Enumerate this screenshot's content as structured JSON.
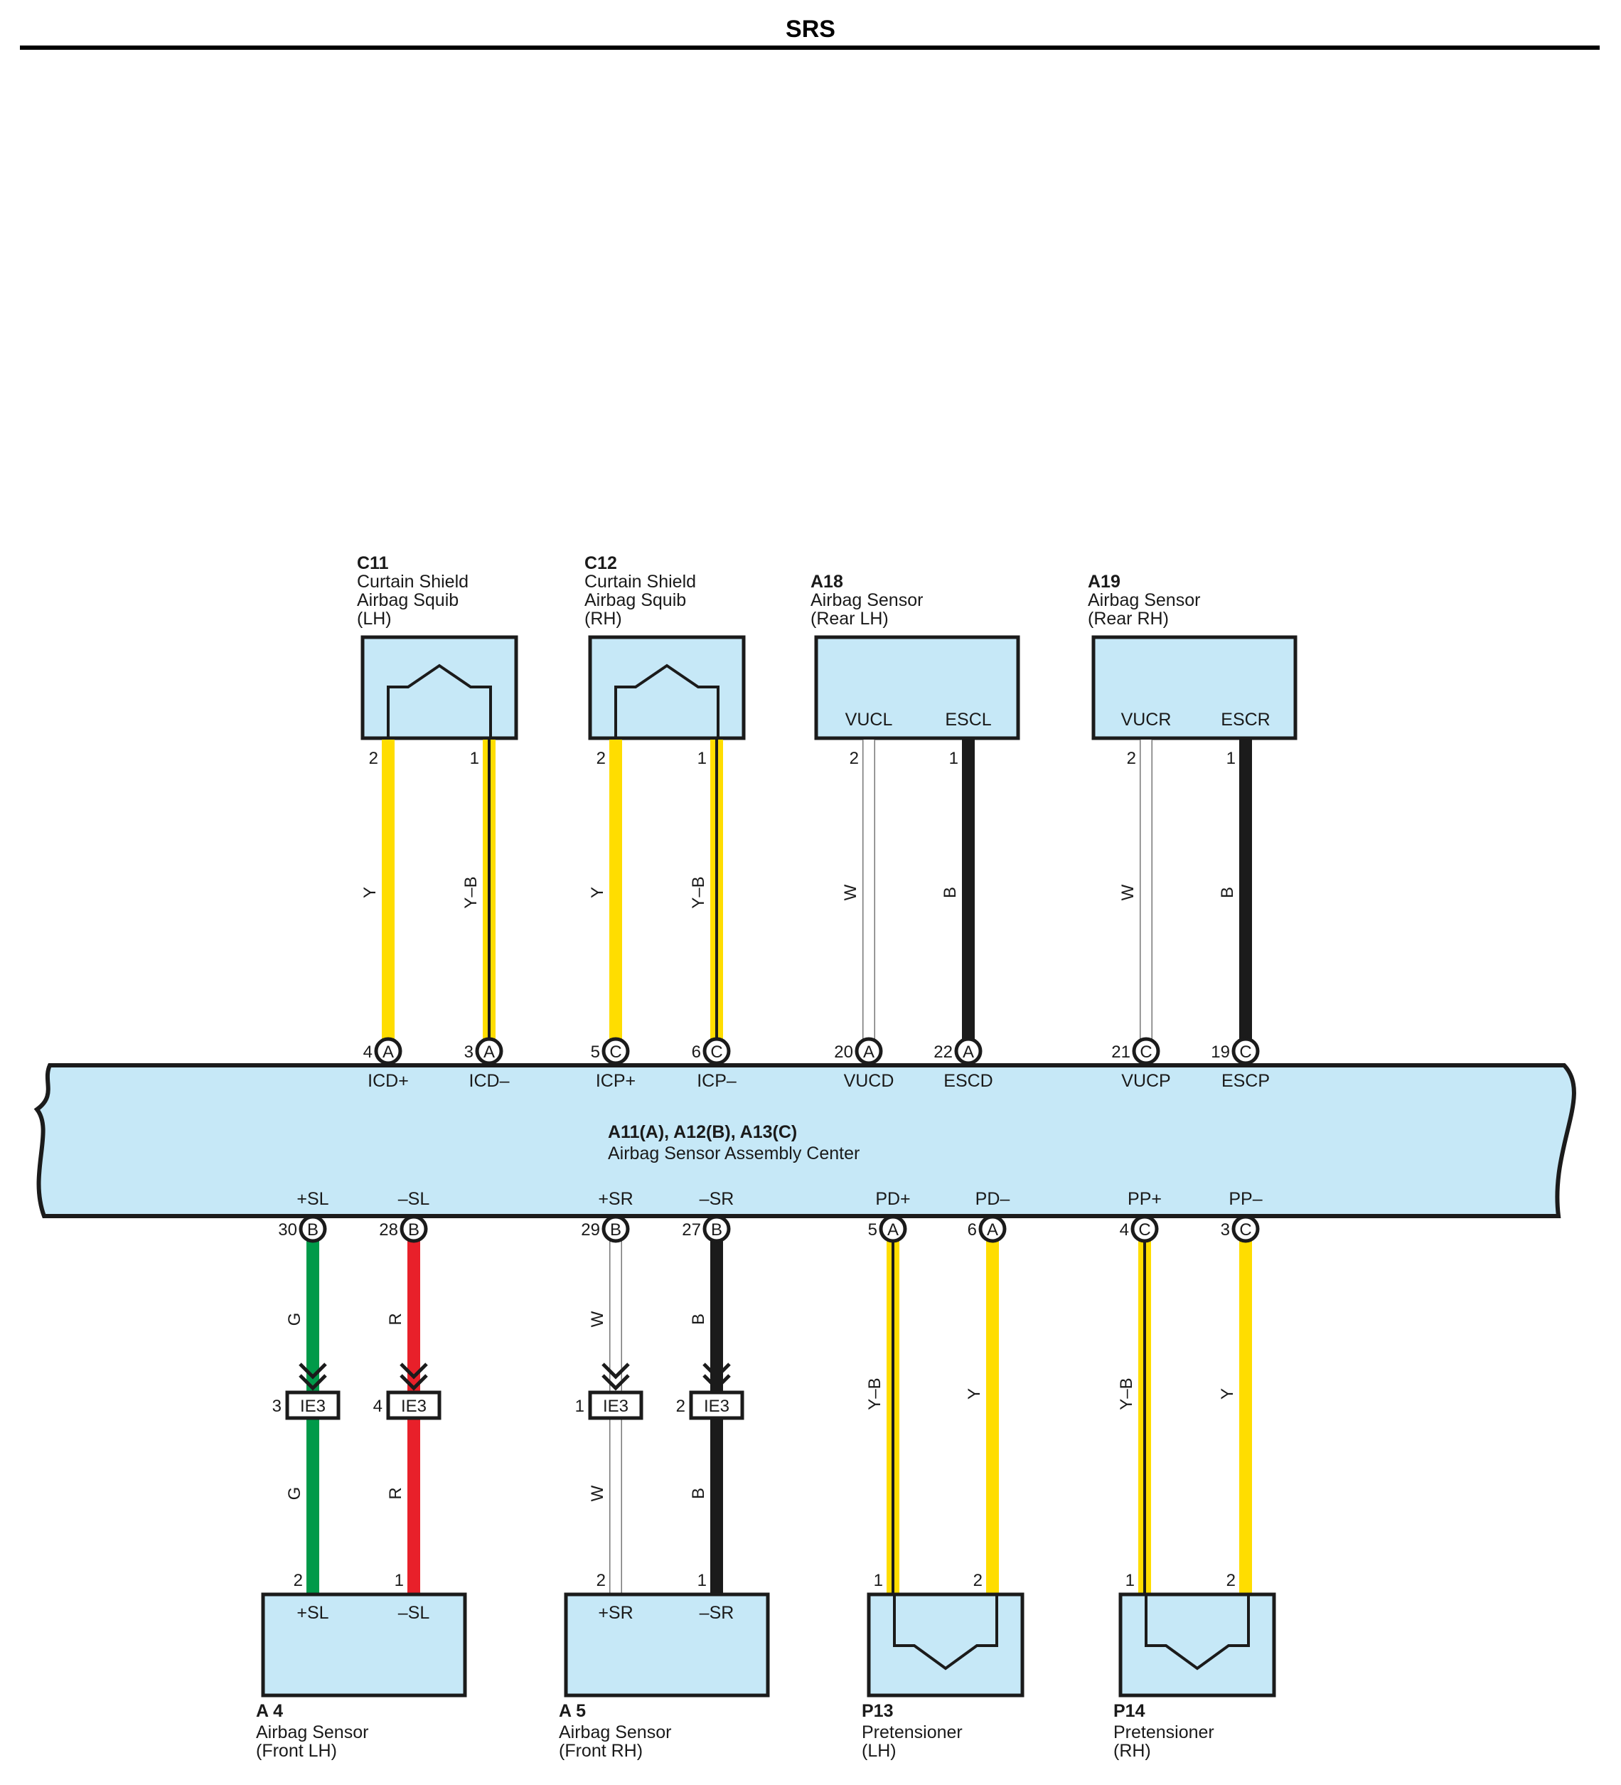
{
  "page_title": "SRS",
  "colors": {
    "Y": "#ffdd00",
    "B": "#1b1b1b",
    "W": "#ffffff",
    "G": "#009a49",
    "R": "#e8202a",
    "box_fill": "#c6e8f7",
    "outline": "#1b1b1b"
  },
  "ecu": {
    "id": "A11(A), A12(B), A13(C)",
    "name": "Airbag Sensor Assembly Center"
  },
  "components": [
    {
      "id": "C11",
      "lines": [
        "Curtain Shield",
        "Airbag Squib",
        "(LH)"
      ]
    },
    {
      "id": "C12",
      "lines": [
        "Curtain Shield",
        "Airbag Squib",
        "(RH)"
      ]
    },
    {
      "id": "A18",
      "lines": [
        "Airbag Sensor",
        "(Rear LH)"
      ]
    },
    {
      "id": "A19",
      "lines": [
        "Airbag Sensor",
        "(Rear RH)"
      ]
    },
    {
      "id": "A 4",
      "lines": [
        "Airbag Sensor",
        "(Front LH)"
      ]
    },
    {
      "id": "A 5",
      "lines": [
        "Airbag Sensor",
        "(Front RH)"
      ]
    },
    {
      "id": "P13",
      "lines": [
        "Pretensioner",
        "(LH)"
      ]
    },
    {
      "id": "P14",
      "lines": [
        "Pretensioner",
        "(RH)"
      ]
    }
  ],
  "component_terminals": {
    "A18": [
      "VUCL",
      "ESCL"
    ],
    "A19": [
      "VUCR",
      "ESCR"
    ],
    "A 4": [
      "+SL",
      "–SL"
    ],
    "A 5": [
      "+SR",
      "–SR"
    ]
  },
  "connector_label": "IE3",
  "top_wires": [
    {
      "comp_pin": "2",
      "color": "Y",
      "ecu_pin": "4",
      "conn": "A",
      "term": "ICD+"
    },
    {
      "comp_pin": "1",
      "color": "Y–B",
      "ecu_pin": "3",
      "conn": "A",
      "term": "ICD–"
    },
    {
      "comp_pin": "2",
      "color": "Y",
      "ecu_pin": "5",
      "conn": "C",
      "term": "ICP+"
    },
    {
      "comp_pin": "1",
      "color": "Y–B",
      "ecu_pin": "6",
      "conn": "C",
      "term": "ICP–"
    },
    {
      "comp_pin": "2",
      "color": "W",
      "ecu_pin": "20",
      "conn": "A",
      "term": "VUCD"
    },
    {
      "comp_pin": "1",
      "color": "B",
      "ecu_pin": "22",
      "conn": "A",
      "term": "ESCD"
    },
    {
      "comp_pin": "2",
      "color": "W",
      "ecu_pin": "21",
      "conn": "C",
      "term": "VUCP"
    },
    {
      "comp_pin": "1",
      "color": "B",
      "ecu_pin": "19",
      "conn": "C",
      "term": "ESCP"
    }
  ],
  "bottom_wires": [
    {
      "term": "+SL",
      "ecu_pin": "30",
      "conn": "B",
      "color": "G",
      "ie3_pin": "3",
      "comp_pin": "2"
    },
    {
      "term": "–SL",
      "ecu_pin": "28",
      "conn": "B",
      "color": "R",
      "ie3_pin": "4",
      "comp_pin": "1"
    },
    {
      "term": "+SR",
      "ecu_pin": "29",
      "conn": "B",
      "color": "W",
      "ie3_pin": "1",
      "comp_pin": "2"
    },
    {
      "term": "–SR",
      "ecu_pin": "27",
      "conn": "B",
      "color": "B",
      "ie3_pin": "2",
      "comp_pin": "1"
    },
    {
      "term": "PD+",
      "ecu_pin": "5",
      "conn": "A",
      "color": "Y–B",
      "comp_pin": "1"
    },
    {
      "term": "PD–",
      "ecu_pin": "6",
      "conn": "A",
      "color": "Y",
      "comp_pin": "2"
    },
    {
      "term": "PP+",
      "ecu_pin": "4",
      "conn": "C",
      "color": "Y–B",
      "comp_pin": "1"
    },
    {
      "term": "PP–",
      "ecu_pin": "3",
      "conn": "C",
      "color": "Y",
      "comp_pin": "2"
    }
  ]
}
